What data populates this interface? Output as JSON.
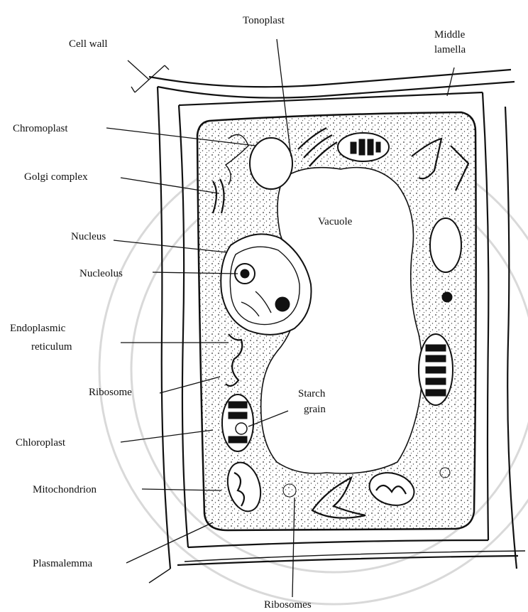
{
  "labels": {
    "tonoplast": "Tonoplast",
    "cell_wall": "Cell wall",
    "middle_lamella_1": "Middle",
    "middle_lamella_2": "lamella",
    "chromoplast": "Chromoplast",
    "golgi": "Golgi complex",
    "vacuole": "Vacuole",
    "nucleus": "Nucleus",
    "nucleolus": "Nucleolus",
    "er_1": "Endoplasmic",
    "er_2": "reticulum",
    "ribosome": "Ribosome",
    "starch_1": "Starch",
    "starch_2": "grain",
    "chloroplast": "Chloroplast",
    "mitochondrion": "Mitochondrion",
    "plasmalemma": "Plasmalemma",
    "ribosomes": "Ribosomes"
  }
}
